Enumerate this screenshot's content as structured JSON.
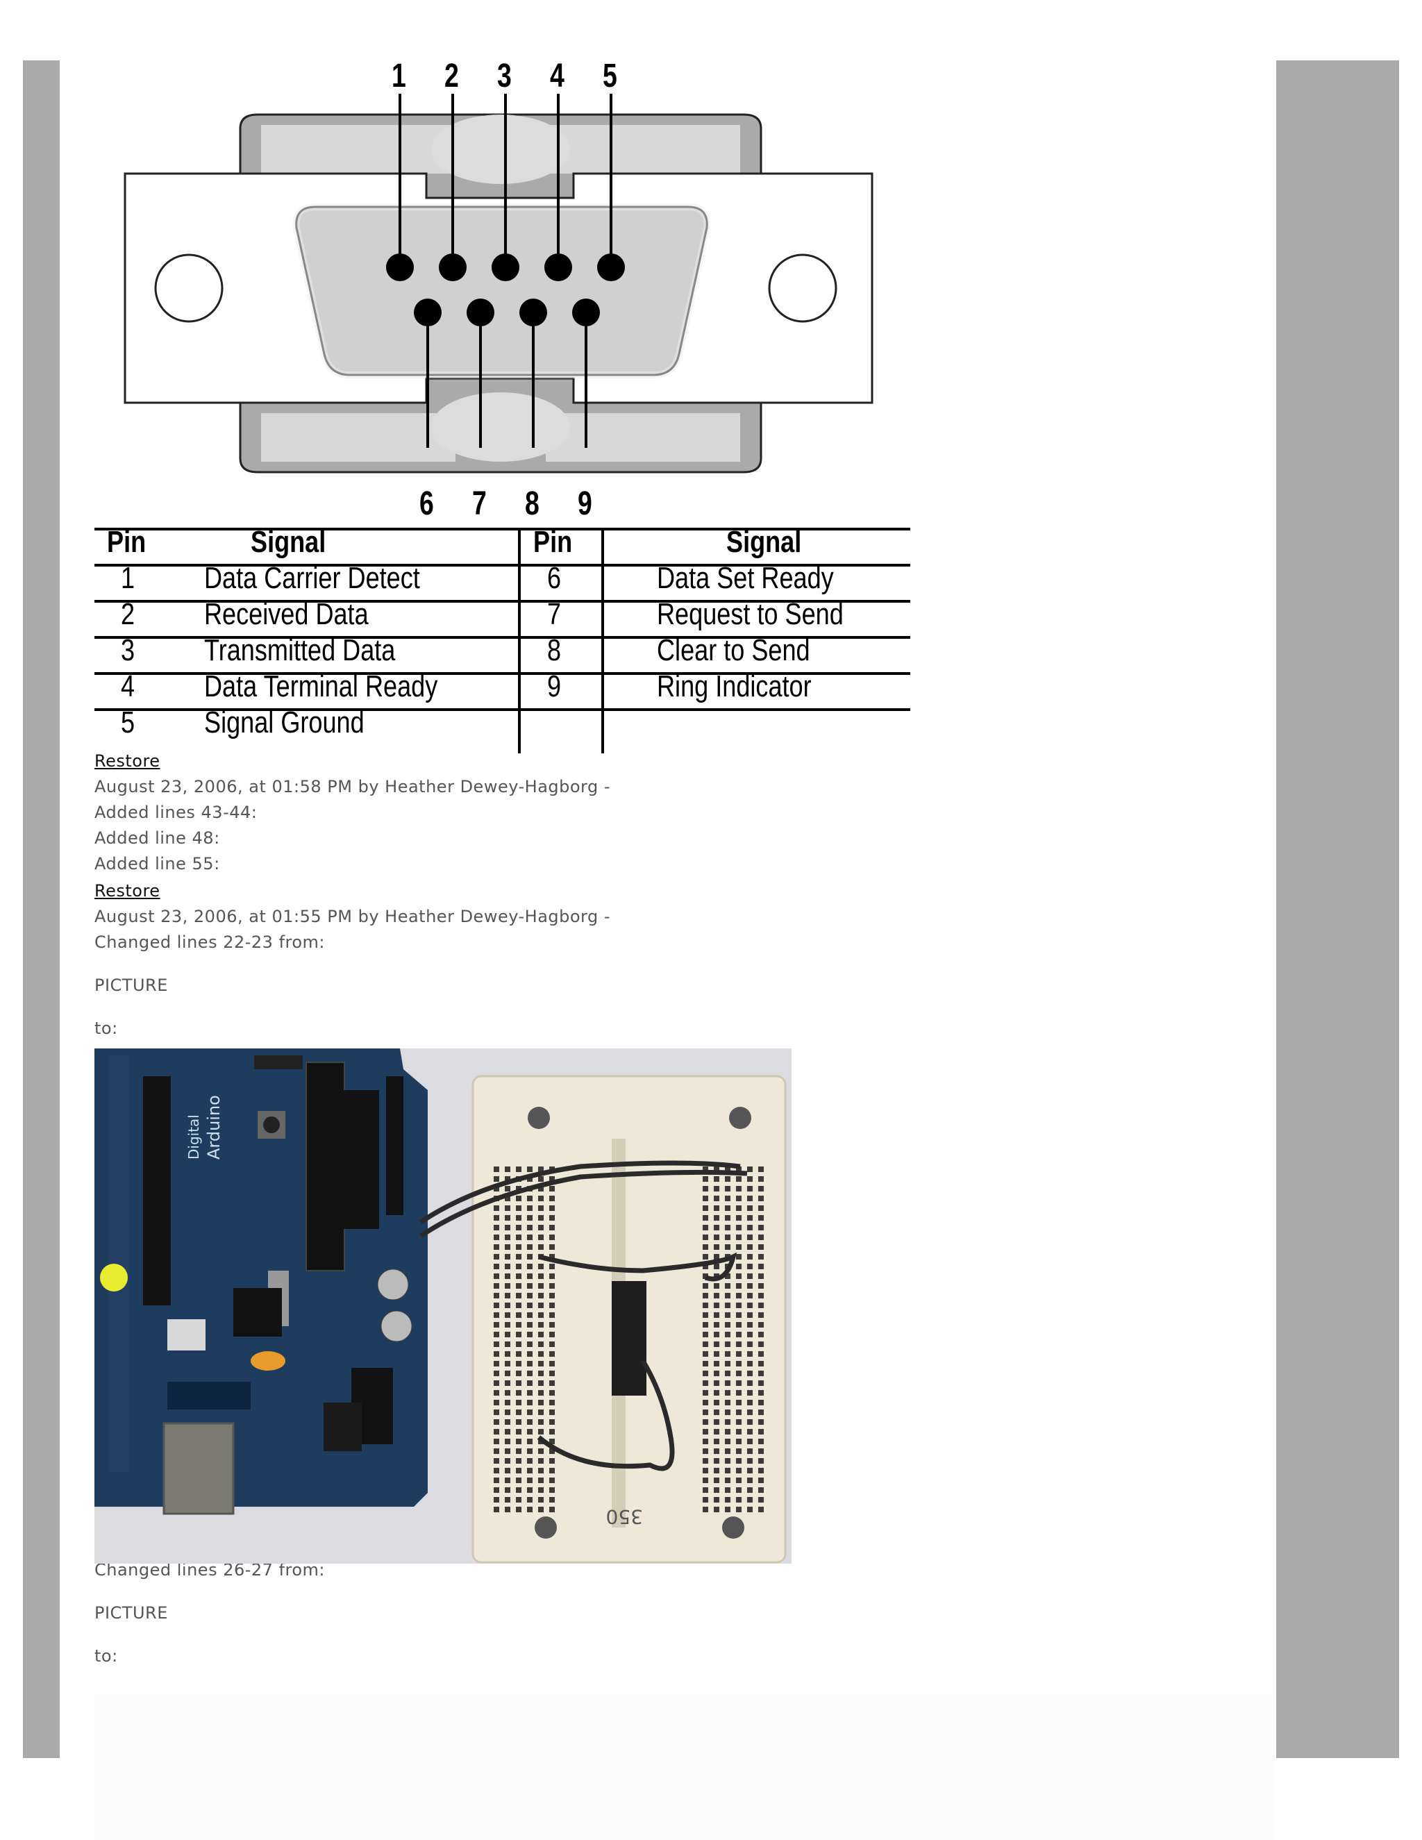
{
  "connector": {
    "top_pins": [
      "1",
      "2",
      "3",
      "4",
      "5"
    ],
    "bottom_pins": [
      "6",
      "7",
      "8",
      "9"
    ]
  },
  "pin_table": {
    "headers": {
      "pin": "Pin",
      "signal": "Signal"
    },
    "left_rows": [
      {
        "pin": "1",
        "signal": "Data Carrier Detect"
      },
      {
        "pin": "2",
        "signal": "Received Data"
      },
      {
        "pin": "3",
        "signal": "Transmitted Data"
      },
      {
        "pin": "4",
        "signal": "Data  Terminal Ready"
      },
      {
        "pin": "5",
        "signal": "Signal Ground"
      }
    ],
    "right_rows": [
      {
        "pin": "6",
        "signal": "Data Set Ready"
      },
      {
        "pin": "7",
        "signal": "Request to Send"
      },
      {
        "pin": "8",
        "signal": "Clear to Send"
      },
      {
        "pin": "9",
        "signal": "Ring Indicator"
      }
    ]
  },
  "history": {
    "restore_label": "Restore",
    "entry1": {
      "meta": "August 23, 2006, at 01:58 PM by Heather Dewey-Hagborg -",
      "changes": [
        "Added lines 43-44:",
        "Added line 48:",
        "Added line 55:"
      ]
    },
    "entry2": {
      "meta": "August 23, 2006, at 01:55 PM by Heather Dewey-Hagborg -",
      "change_a": "Changed lines 22-23 from:",
      "picture": "PICTURE",
      "to": "to:",
      "change_b": "Changed lines 26-27 from:"
    }
  },
  "photo_labels": {
    "board_digital": "Digital",
    "board_name": "Arduino",
    "breadboard_model": "350"
  },
  "colors": {
    "sidebar": "#aaaaaa",
    "text": "#555555",
    "link": "#111111",
    "board": "#1d3c5e",
    "breadboard": "#ede8d8"
  }
}
